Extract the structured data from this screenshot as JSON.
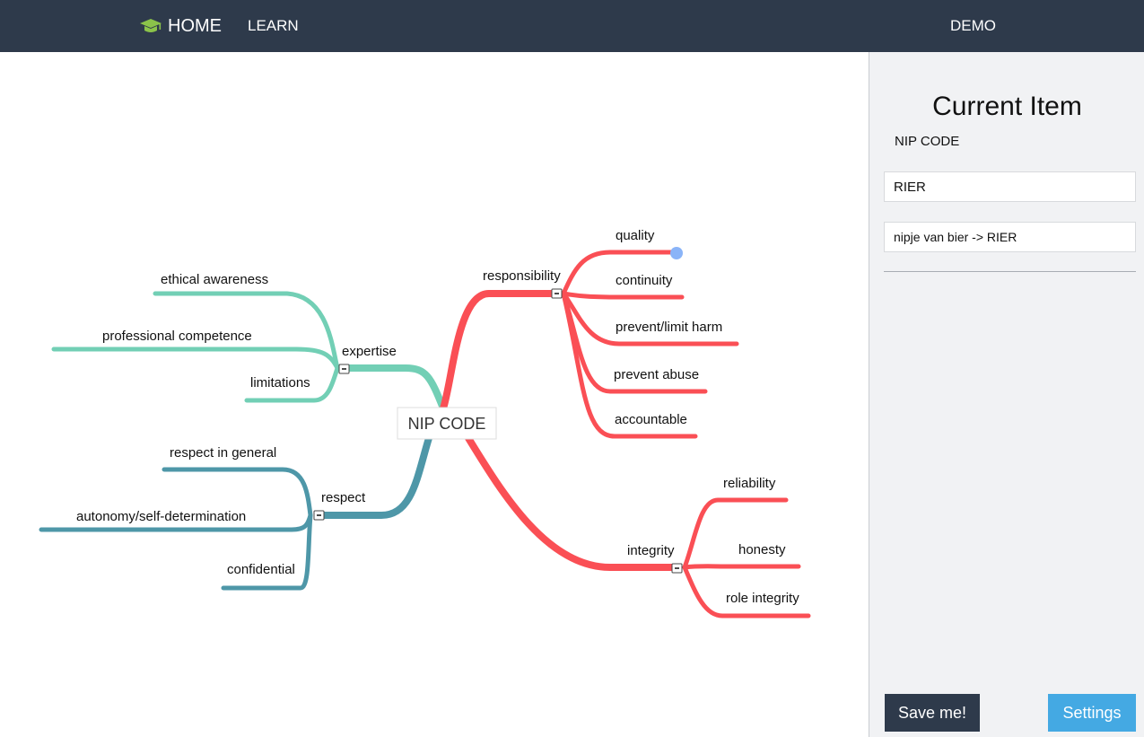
{
  "nav": {
    "home_label": "HOME",
    "learn_label": "LEARN",
    "demo_label": "DEMO",
    "home_icon": "graduation-cap-icon",
    "icon_color": "#8bc34a"
  },
  "mindmap": {
    "root": "NIP CODE",
    "colors": {
      "expertise": "#72cfb5",
      "respect": "#4e97a8",
      "responsibility": "#fa4f55",
      "integrity": "#fa4f55",
      "selected_dot": "#8ab4f8"
    },
    "expertise": {
      "label": "expertise",
      "children": [
        "ethical awareness",
        "professional competence",
        "limitations"
      ]
    },
    "respect": {
      "label": "respect",
      "children": [
        "respect in general",
        "autonomy/self-determination",
        "confidential"
      ]
    },
    "responsibility": {
      "label": "responsibility",
      "children": [
        "quality",
        "continuity",
        "prevent/limit harm",
        "prevent abuse",
        "accountable"
      ]
    },
    "integrity": {
      "label": "integrity",
      "children": [
        "reliability",
        "honesty",
        "role integrity"
      ]
    }
  },
  "panel": {
    "title": "Current Item",
    "item_name": "NIP CODE",
    "title_field_value": "RIER",
    "note_field_value": "nipje van bier -> RIER",
    "save_label": "Save me!",
    "settings_label": "Settings"
  }
}
